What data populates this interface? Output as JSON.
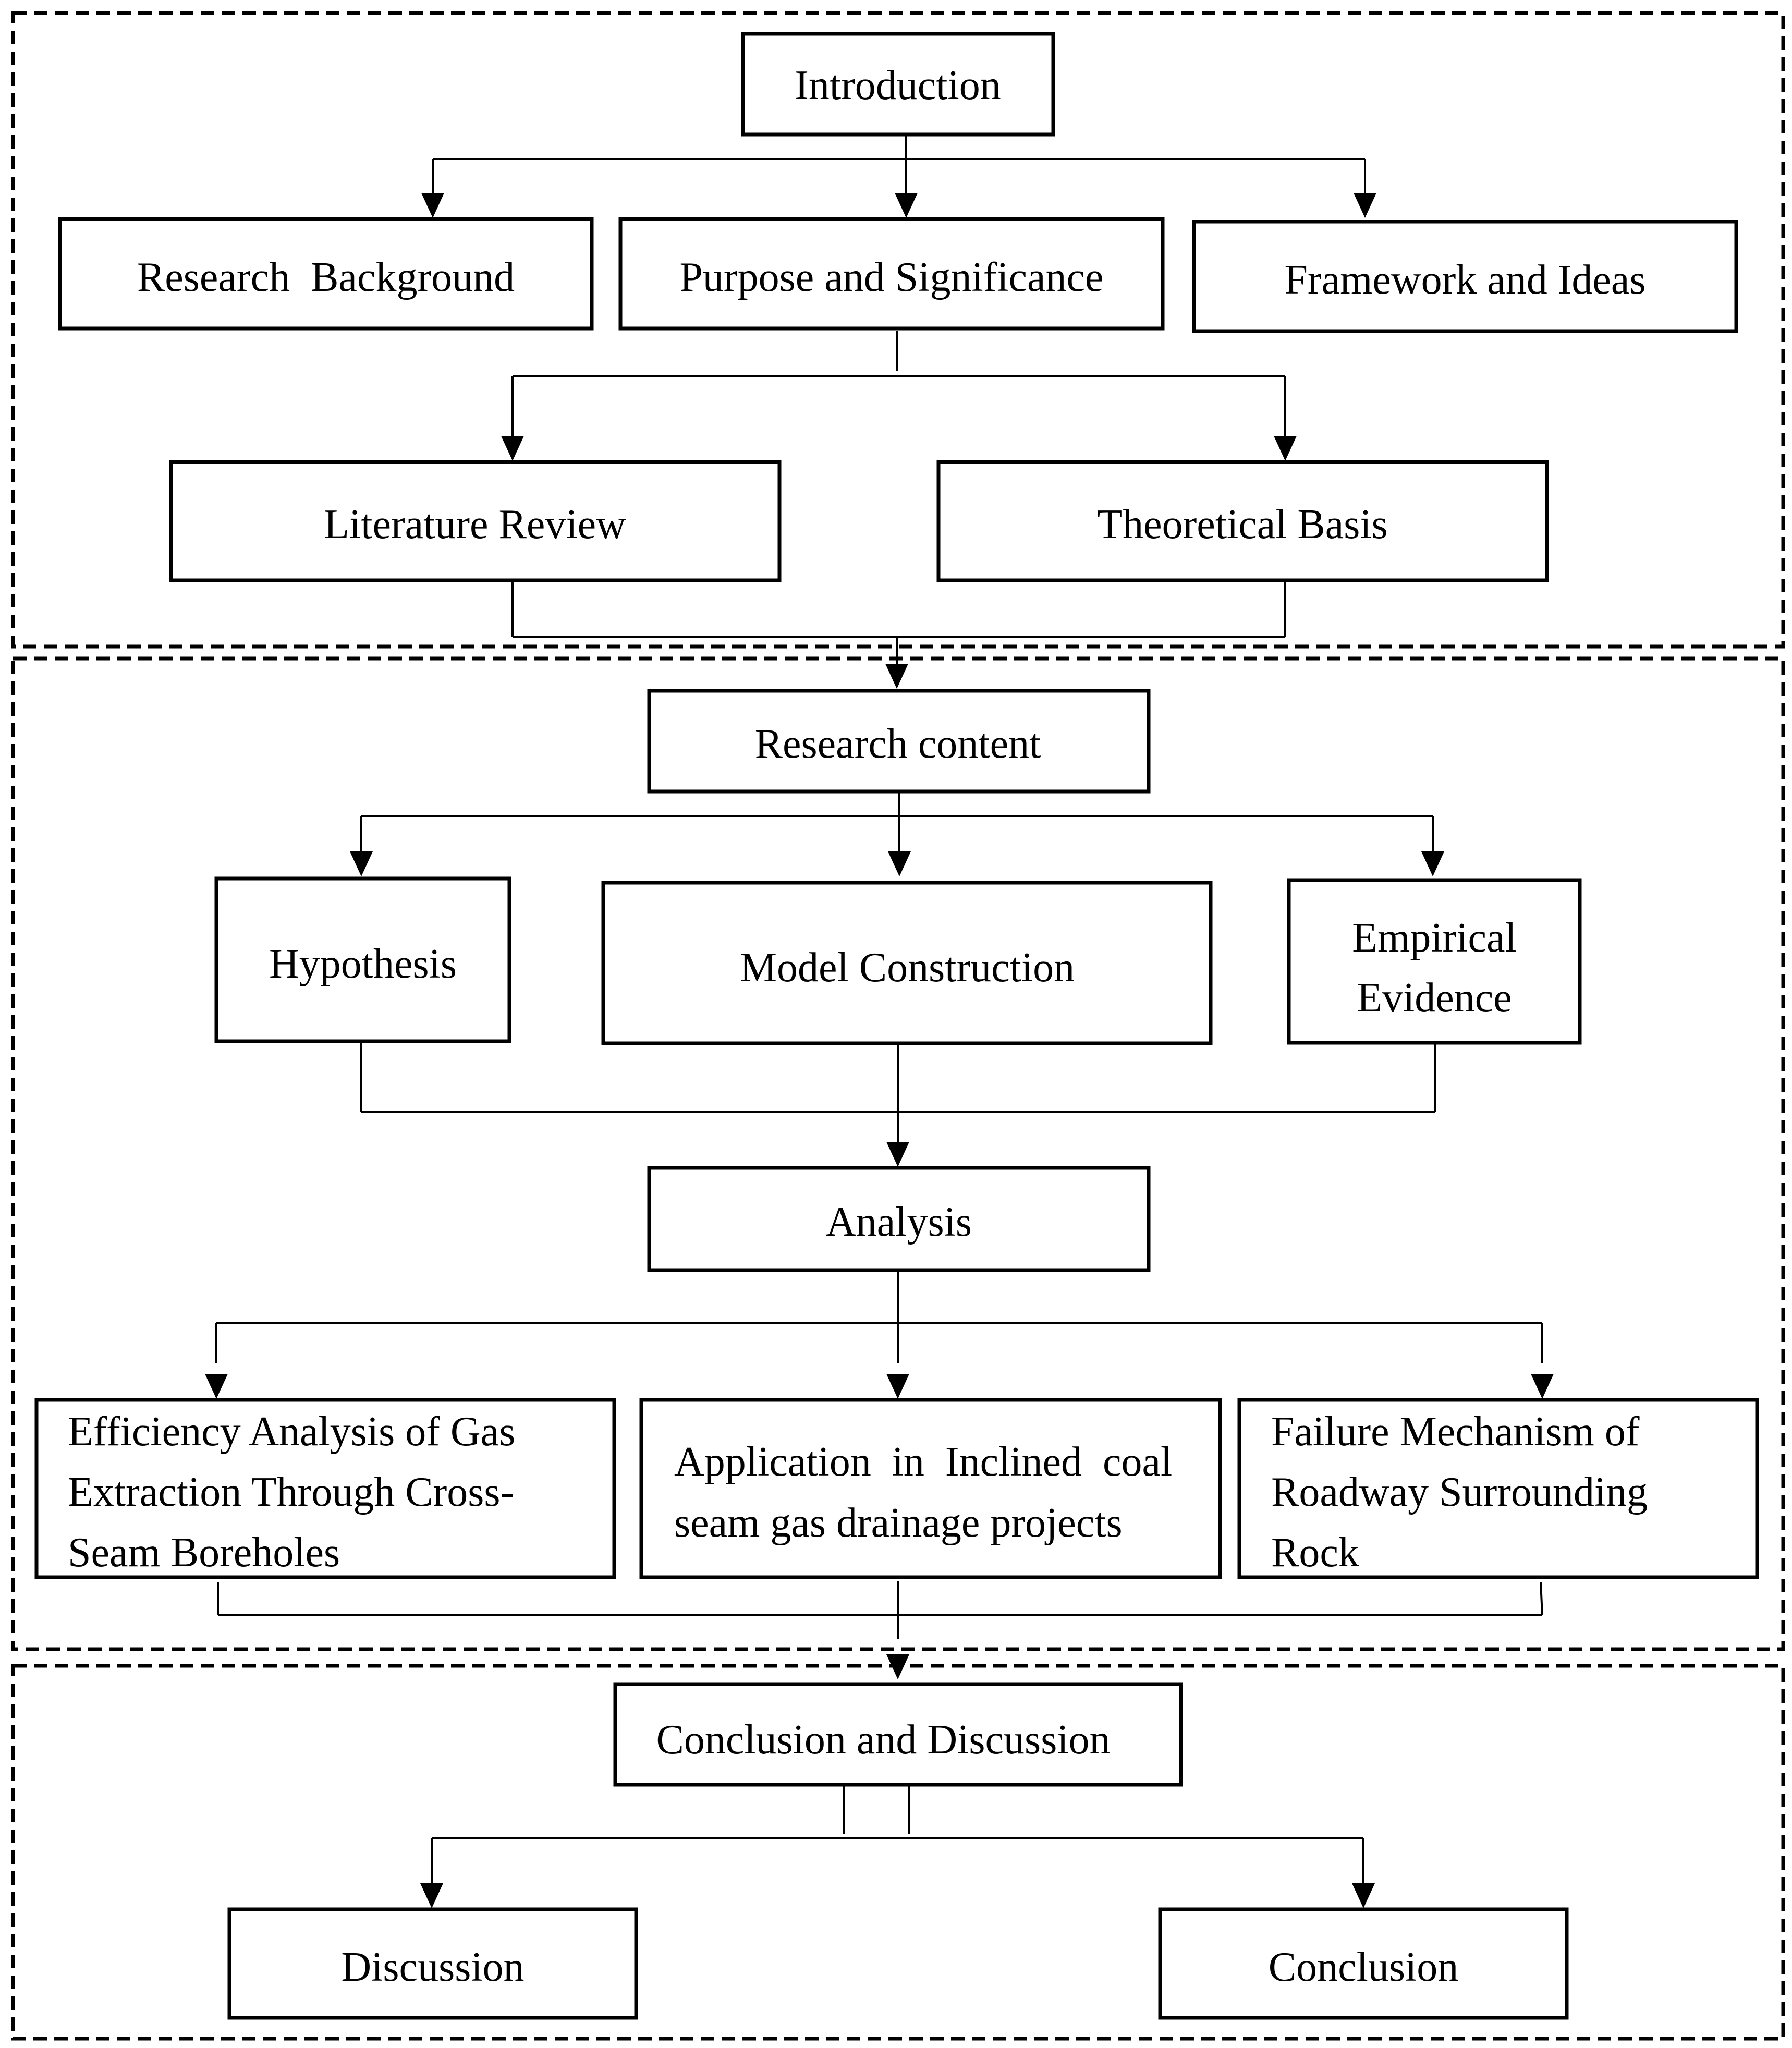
{
  "boxes": {
    "introduction": "Introduction",
    "research_background": "Research  Background",
    "purpose_significance": "Purpose and Significance",
    "framework_ideas": "Framework and Ideas",
    "literature_review": "Literature Review",
    "theoretical_basis": "Theoretical Basis",
    "research_content": "Research content",
    "hypothesis": "Hypothesis",
    "model_construction": "Model Construction",
    "empirical_evidence": [
      "Empirical",
      "Evidence"
    ],
    "analysis": "Analysis",
    "efficiency_analysis": [
      "Efficiency Analysis of Gas",
      "Extraction Through Cross-",
      "Seam Boreholes"
    ],
    "application_inclined": [
      "Application  in  Inclined  coal",
      "seam gas drainage projects"
    ],
    "failure_mechanism": [
      "Failure Mechanism of",
      "Roadway Surrounding",
      "Rock"
    ],
    "conclusion_discussion": "Conclusion and Discussion",
    "discussion": "Discussion",
    "conclusion": "Conclusion"
  }
}
